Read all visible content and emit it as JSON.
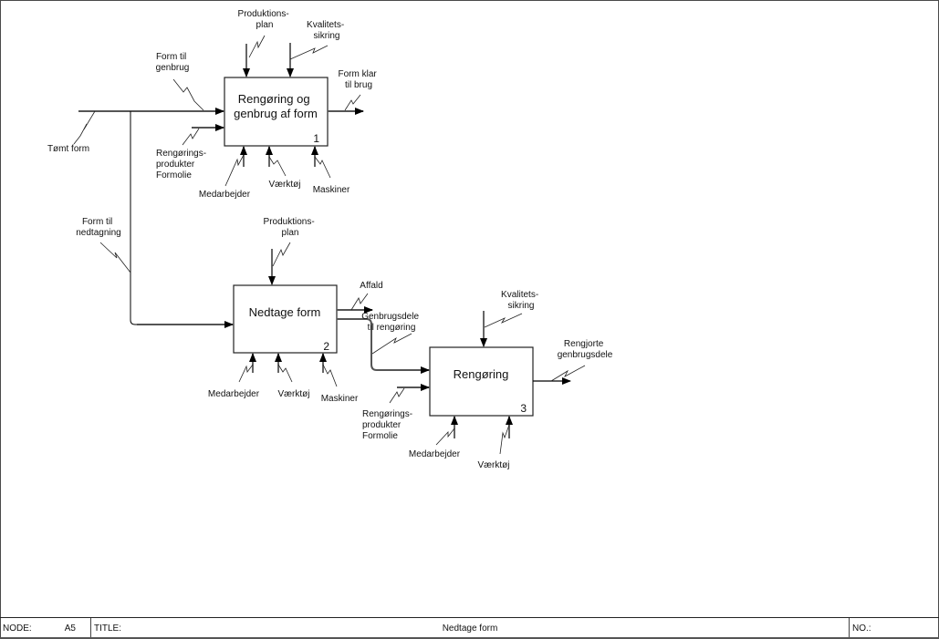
{
  "diagram": {
    "type": "IDEF0",
    "activities": [
      {
        "id": "A1",
        "title_lines": [
          "Rengøring og",
          "genbrug af form"
        ],
        "number": "1"
      },
      {
        "id": "A2",
        "title_lines": [
          "Nedtage form"
        ],
        "number": "2"
      },
      {
        "id": "A3",
        "title_lines": [
          "Rengøring"
        ],
        "number": "3"
      }
    ],
    "labels": {
      "tomt_form": [
        "Tømt form"
      ],
      "form_til_genbrug": [
        "Form til",
        "genbrug"
      ],
      "a1_produktionsplan": [
        "Produktions-",
        "plan"
      ],
      "a1_kvalitetssikring": [
        "Kvalitets-",
        "sikring"
      ],
      "form_klar": [
        "Form klar",
        "til brug"
      ],
      "a1_rengoringsprodukter": [
        "Rengørings-",
        "produkter",
        "Formolie"
      ],
      "a1_medarbejder": [
        "Medarbejder"
      ],
      "a1_vaerktoj": [
        "Værktøj"
      ],
      "a1_maskiner": [
        "Maskiner"
      ],
      "form_til_nedtagning": [
        "Form til",
        "nedtagning"
      ],
      "a2_produktionsplan": [
        "Produktions-",
        "plan"
      ],
      "affald": [
        "Affald"
      ],
      "genbrugsdele": [
        "Genbrugsdele",
        "til rengøring"
      ],
      "a2_medarbejder": [
        "Medarbejder"
      ],
      "a2_vaerktoj": [
        "Værktøj"
      ],
      "a2_maskiner": [
        "Maskiner"
      ],
      "a3_kvalitetssikring": [
        "Kvalitets-",
        "sikring"
      ],
      "rengjorte": [
        "Rengjorte",
        "genbrugsdele"
      ],
      "a3_rengoringsprodukter": [
        "Rengørings-",
        "produkter",
        "Formolie"
      ],
      "a3_medarbejder": [
        "Medarbejder"
      ],
      "a3_vaerktoj": [
        "Værktøj"
      ]
    }
  },
  "footer": {
    "node_label": "NODE:",
    "node_value": "A5",
    "title_label": "TITLE:",
    "title_value": "Nedtage form",
    "no_label": "NO.:"
  }
}
